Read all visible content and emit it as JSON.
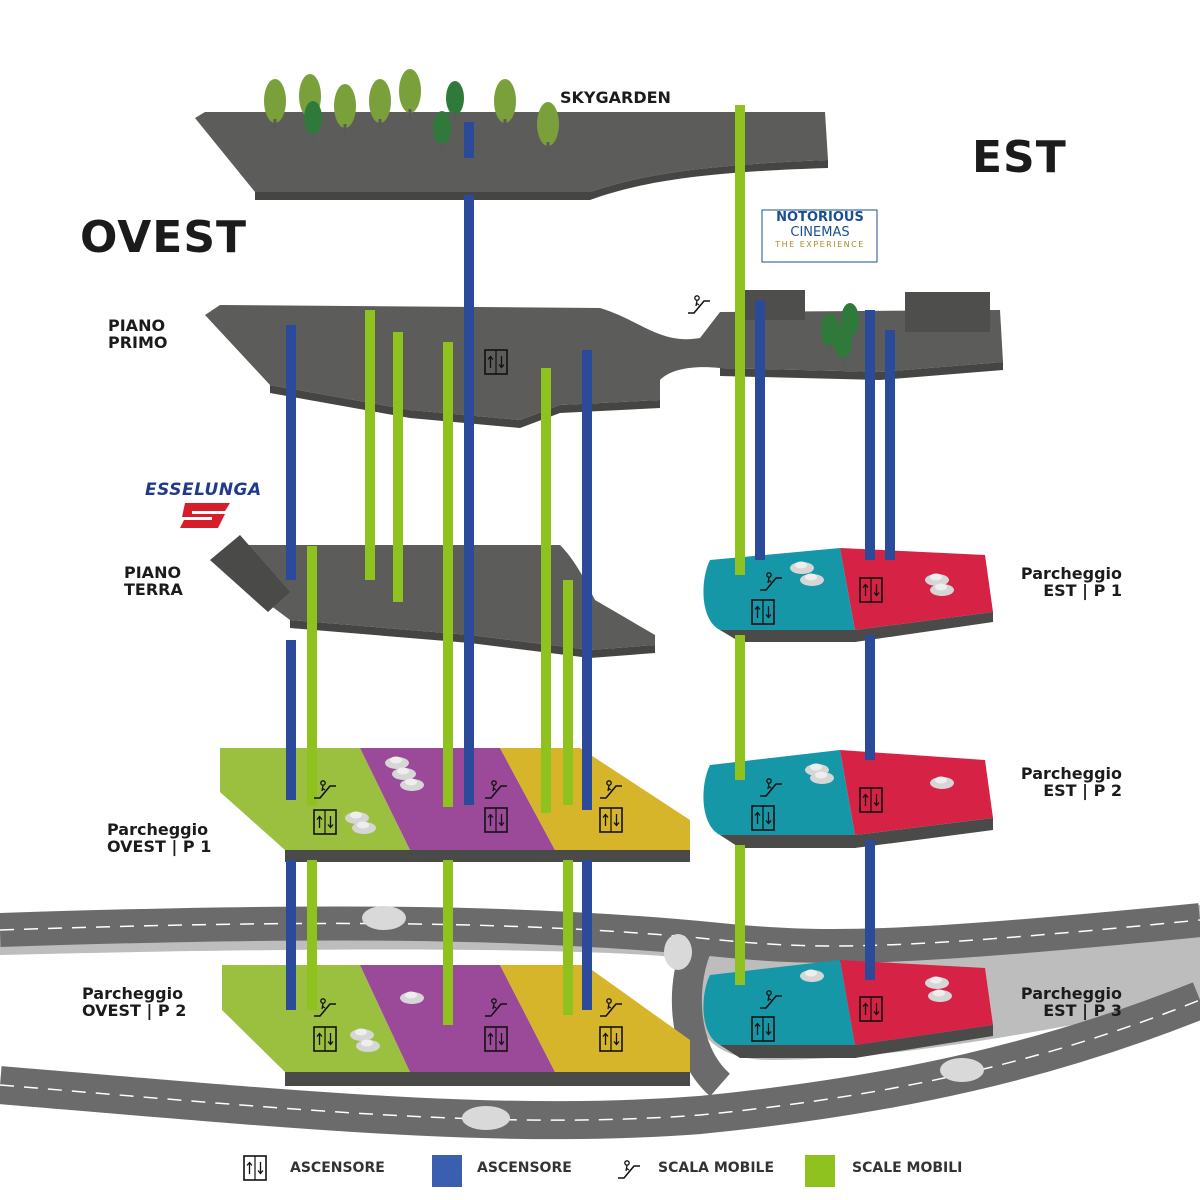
{
  "regions": {
    "west": "OVEST",
    "east": "EST"
  },
  "floors": {
    "skygarden": "SKYGARDEN",
    "primo": [
      "PIANO",
      "PRIMO"
    ],
    "terra": [
      "PIANO",
      "TERRA"
    ]
  },
  "parking": {
    "west_p1": [
      "Parcheggio",
      "OVEST | P 1"
    ],
    "west_p2": [
      "Parcheggio",
      "OVEST | P 2"
    ],
    "east_p1": [
      "Parcheggio",
      "EST | P 1"
    ],
    "east_p2": [
      "Parcheggio",
      "EST | P 2"
    ],
    "east_p3": [
      "Parcheggio",
      "EST | P 3"
    ]
  },
  "logos": {
    "esselunga": "ESSELUNGA",
    "notorious": [
      "NOTORIOUS",
      "CINEMAS",
      "THE EXPERIENCE"
    ]
  },
  "legend": [
    {
      "label": "ASCENSORE",
      "icon": "elevator-icon"
    },
    {
      "label": "ASCENSORE",
      "icon": "blue-swatch",
      "color": "#3b5fb0"
    },
    {
      "label": "SCALA MOBILE",
      "icon": "escalator-icon"
    },
    {
      "label": "SCALE MOBILI",
      "icon": "green-swatch",
      "color": "#8fc21f"
    }
  ],
  "colors": {
    "floor_gray": "#5c5c5a",
    "elevator_blue": "#2b4a9a",
    "escalator_green": "#8fc21f",
    "park_green": "#9bbf3f",
    "park_purple": "#9b4a99",
    "park_yellow": "#d6b52a",
    "park_teal": "#1597a8",
    "park_red": "#d62245",
    "road": "#6e6e6e"
  }
}
